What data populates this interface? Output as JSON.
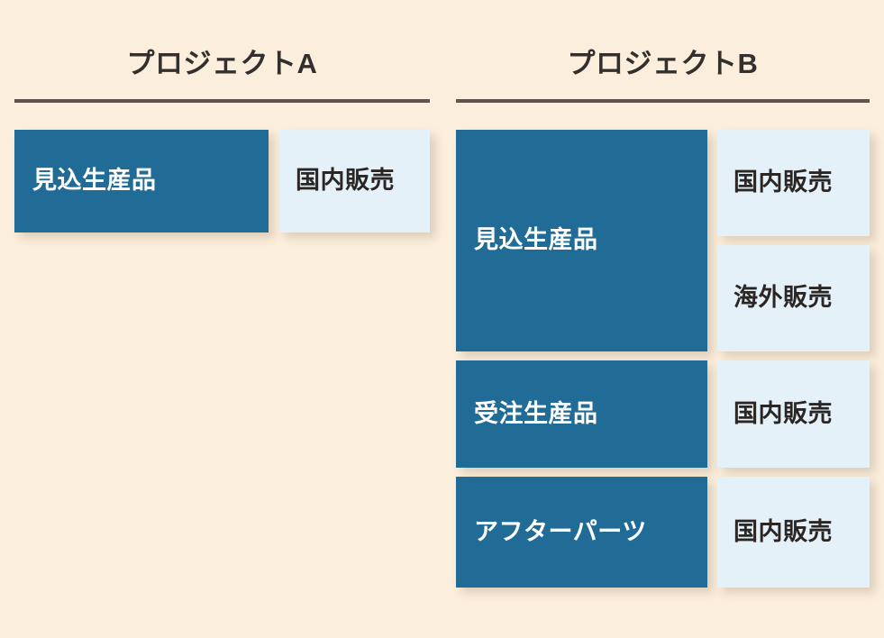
{
  "background_color": "#fceedc",
  "palette": {
    "primary_box": "#216c96",
    "primary_box_text": "#ffffff",
    "secondary_box": "#e4f1f9",
    "secondary_box_text": "#2b2623",
    "rule": "#5d544e",
    "title_text": "#332f2c"
  },
  "columns": [
    {
      "id": "project-a",
      "title": "プロジェクトA",
      "rows": [
        {
          "primary": "見込生産品",
          "secondary": [
            "国内販売"
          ]
        }
      ]
    },
    {
      "id": "project-b",
      "title": "プロジェクトB",
      "rows": [
        {
          "primary": "見込生産品",
          "secondary": [
            "国内販売",
            "海外販売"
          ]
        },
        {
          "primary": "受注生産品",
          "secondary": [
            "国内販売"
          ]
        },
        {
          "primary": "アフターパーツ",
          "secondary": [
            "国内販売"
          ]
        }
      ]
    }
  ]
}
